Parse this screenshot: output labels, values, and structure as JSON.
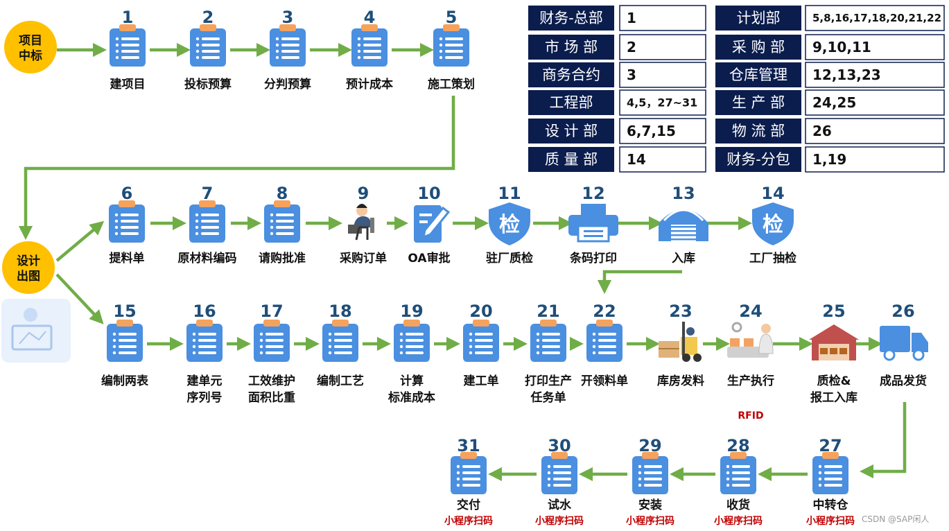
{
  "colors": {
    "arrow": "#70ad47",
    "doc_blue": "#4a8fe0",
    "doc_clip": "#f5a25d",
    "navy": "#0b1d4d",
    "number": "#1f4e79",
    "red": "#c00000",
    "start_circle": "#ffc000"
  },
  "start_nodes": {
    "project_win": "项目\n中标",
    "design": "设计\n出图"
  },
  "rows": [
    {
      "steps": [
        {
          "num": "1",
          "label": "建项目",
          "icon": "clipboard-doc-icon"
        },
        {
          "num": "2",
          "label": "投标预算",
          "icon": "clipboard-doc-icon"
        },
        {
          "num": "3",
          "label": "分判预算",
          "icon": "clipboard-doc-icon"
        },
        {
          "num": "4",
          "label": "预计成本",
          "icon": "clipboard-doc-icon"
        },
        {
          "num": "5",
          "label": "施工策划",
          "icon": "clipboard-doc-icon"
        }
      ]
    },
    {
      "steps": [
        {
          "num": "6",
          "label": "提料单",
          "icon": "clipboard-doc-icon"
        },
        {
          "num": "7",
          "label": "原材料编码",
          "icon": "clipboard-doc-icon"
        },
        {
          "num": "8",
          "label": "请购批准",
          "icon": "clipboard-doc-icon"
        },
        {
          "num": "9",
          "label": "采购订单",
          "icon": "office-worker-icon"
        },
        {
          "num": "10",
          "label": "OA审批",
          "icon": "edit-doc-icon"
        },
        {
          "num": "11",
          "label": "驻厂质检",
          "icon": "inspect-shield-icon"
        },
        {
          "num": "12",
          "label": "条码打印",
          "icon": "printer-icon"
        },
        {
          "num": "13",
          "label": "入库",
          "icon": "warehouse-icon"
        },
        {
          "num": "14",
          "label": "工厂抽检",
          "icon": "inspect-shield-icon"
        }
      ]
    },
    {
      "steps": [
        {
          "num": "15",
          "label": "编制两表",
          "icon": "clipboard-doc-icon"
        },
        {
          "num": "16",
          "label": "建单元\n序列号",
          "icon": "clipboard-doc-icon"
        },
        {
          "num": "17",
          "label": "工效维护\n面积比重",
          "icon": "clipboard-doc-icon"
        },
        {
          "num": "18",
          "label": "编制工艺",
          "icon": "clipboard-doc-icon"
        },
        {
          "num": "19",
          "label": "计算\n标准成本",
          "icon": "clipboard-doc-icon"
        },
        {
          "num": "20",
          "label": "建工单",
          "icon": "clipboard-doc-icon"
        },
        {
          "num": "21",
          "label": "打印生产\n任务单",
          "icon": "clipboard-doc-icon"
        },
        {
          "num": "22",
          "label": "开领料单",
          "icon": "clipboard-doc-icon"
        },
        {
          "num": "23",
          "label": "库房发料",
          "icon": "forklift-icon"
        },
        {
          "num": "24",
          "label": "生产执行",
          "icon": "production-line-icon",
          "extra": "RFID"
        },
        {
          "num": "25",
          "label": "质检&\n报工入库",
          "icon": "factory-icon"
        },
        {
          "num": "26",
          "label": "成品发货",
          "icon": "truck-icon"
        }
      ]
    },
    {
      "steps": [
        {
          "num": "27",
          "label": "中转仓",
          "icon": "clipboard-doc-icon",
          "extra": "小程序扫码"
        },
        {
          "num": "28",
          "label": "收货",
          "icon": "clipboard-doc-icon",
          "extra": "小程序扫码"
        },
        {
          "num": "29",
          "label": "安装",
          "icon": "clipboard-doc-icon",
          "extra": "小程序扫码"
        },
        {
          "num": "30",
          "label": "试水",
          "icon": "clipboard-doc-icon",
          "extra": "小程序扫码"
        },
        {
          "num": "31",
          "label": "交付",
          "icon": "clipboard-doc-icon",
          "extra": "小程序扫码"
        }
      ]
    }
  ],
  "departments": {
    "left": [
      {
        "name": "财务-总部",
        "steps": "1"
      },
      {
        "name": "市 场 部",
        "steps": "2"
      },
      {
        "name": "商务合约",
        "steps": "3"
      },
      {
        "name": "工程部",
        "steps": "4,5，27~31"
      },
      {
        "name": "设 计 部",
        "steps": "6,7,15"
      },
      {
        "name": "质 量 部",
        "steps": "14"
      }
    ],
    "right": [
      {
        "name": "计划部",
        "steps": "5,8,16,17,18,20,21,22"
      },
      {
        "name": "采 购 部",
        "steps": "9,10,11"
      },
      {
        "name": "仓库管理",
        "steps": "12,13,23"
      },
      {
        "name": "生 产 部",
        "steps": "24,25"
      },
      {
        "name": "物 流 部",
        "steps": "26"
      },
      {
        "name": "财务-分包",
        "steps": "1,19"
      }
    ]
  },
  "watermark": "CSDN @SAP闲人"
}
